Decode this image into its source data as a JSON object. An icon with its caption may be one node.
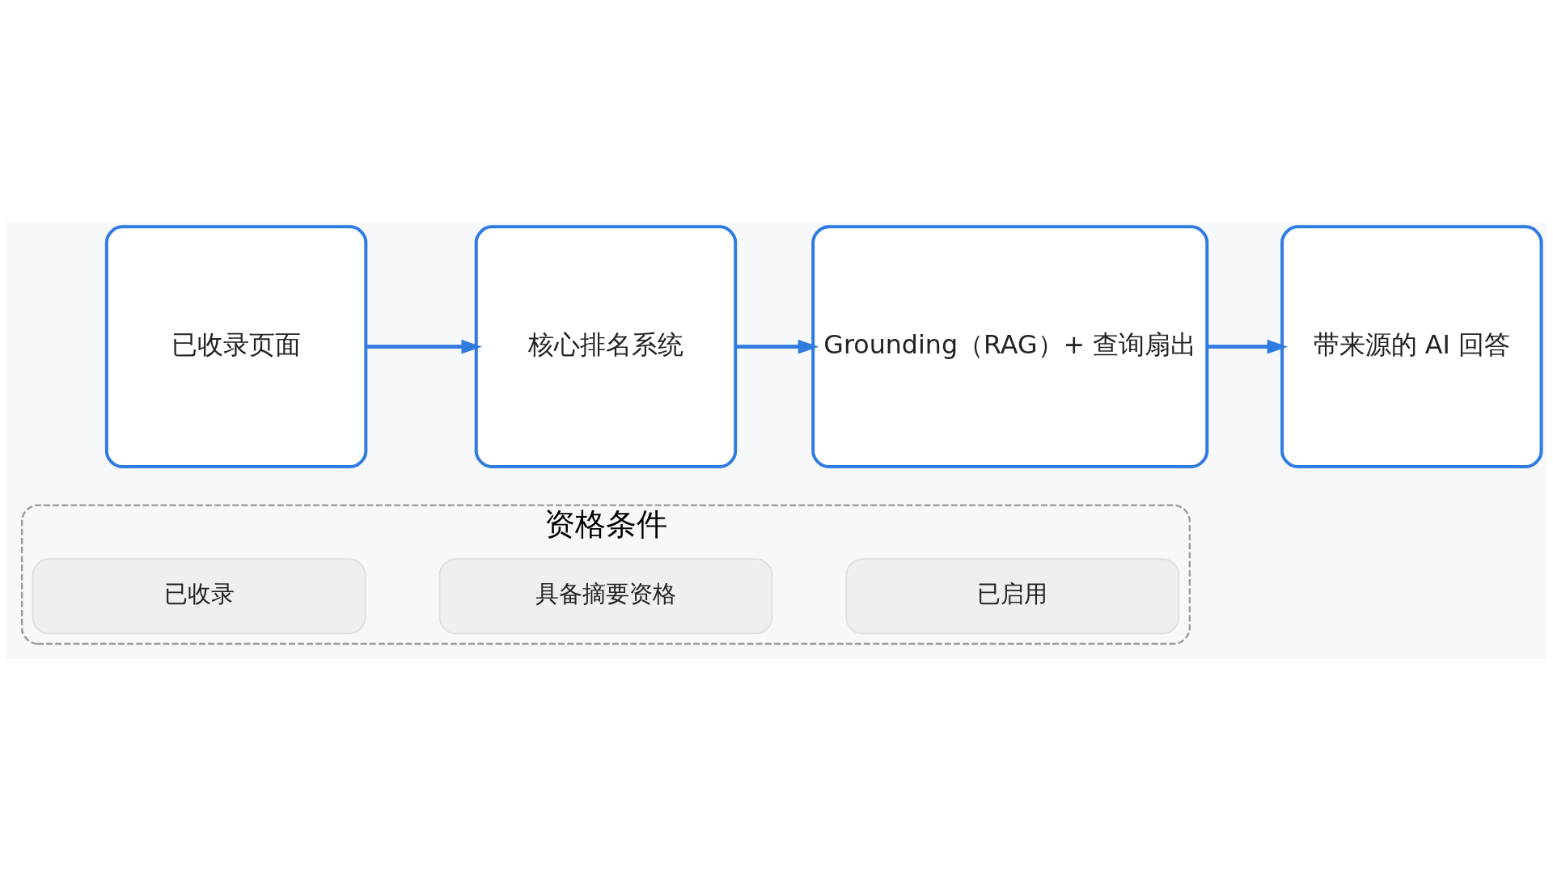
{
  "diagram": {
    "nodes": [
      {
        "text": [
          "已收录页面"
        ]
      },
      {
        "text": [
          "核心排名系统"
        ]
      },
      {
        "text": [
          "Grounding（RAG）+ 查询扇出"
        ]
      },
      {
        "text": [
          "带来源的 AI 回答"
        ]
      },
      {
        "text": [
          "资格条件"
        ]
      },
      {
        "text": [
          "已收录"
        ],
        "in": 4
      },
      {
        "text": [
          "具备摘要资格"
        ],
        "in": 4
      },
      {
        "text": [
          "已启用"
        ],
        "in": 4
      }
    ],
    "edges": [
      {
        "from": 0,
        "to": 1,
        "arrow": "to"
      },
      {
        "from": 1,
        "to": 2,
        "arrow": "to"
      },
      {
        "from": 2,
        "to": 3,
        "arrow": "to"
      }
    ]
  }
}
